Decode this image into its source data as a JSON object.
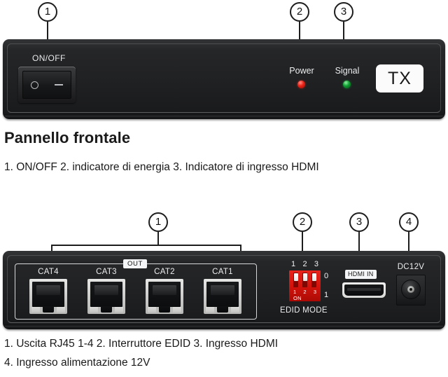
{
  "front": {
    "callouts": [
      {
        "number": "1"
      },
      {
        "number": "2"
      },
      {
        "number": "3"
      }
    ],
    "onoff_label": "ON/OFF",
    "power_label": "Power",
    "signal_label": "Signal",
    "tx_badge": "TX",
    "power_led_color": "#f02418",
    "signal_led_color": "#0f9e32"
  },
  "front_caption": {
    "title": "Pannello frontale",
    "items": "1. ON/OFF    2. indicatore di energia    3. Indicatore di ingresso HDMI"
  },
  "rear": {
    "callouts": [
      {
        "number": "1"
      },
      {
        "number": "2"
      },
      {
        "number": "3"
      },
      {
        "number": "4"
      }
    ],
    "out_tag": "OUT",
    "ports": [
      {
        "label": "CAT4"
      },
      {
        "label": "CAT3"
      },
      {
        "label": "CAT2"
      },
      {
        "label": "CAT1"
      }
    ],
    "dip": {
      "top_numbers": [
        "1",
        "2",
        "3"
      ],
      "inner_numbers": [
        "1",
        "2",
        "3"
      ],
      "on_label": "ON",
      "side_top": "0",
      "side_bottom": "1",
      "caption": "EDID MODE",
      "body_color": "#d4130c"
    },
    "hdmi_tag": "HDMI IN",
    "dc_label": "DC12V"
  },
  "rear_caption": {
    "line1": "1. Uscita RJ45 1-4    2. Interruttore EDID    3. Ingresso HDMI",
    "line2": "4. Ingresso alimentazione 12V"
  }
}
